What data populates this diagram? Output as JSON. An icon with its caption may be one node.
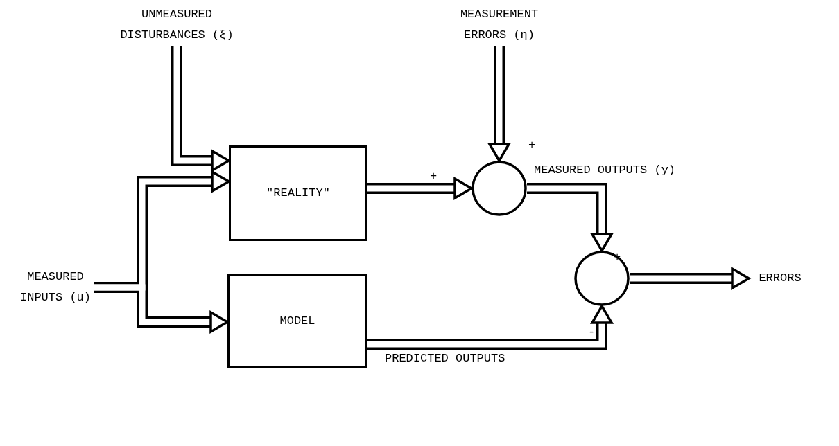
{
  "diagram": {
    "nodes": [
      {
        "text": [
          "\"REALITY\""
        ]
      },
      {
        "text": [
          "MODEL"
        ]
      },
      {
        "text": [],
        "shape": "circle"
      },
      {
        "text": [],
        "shape": "circle"
      },
      {
        "text": [
          "UNMEASURED DISTURBANCES (ξ)"
        ]
      },
      {
        "text": [
          "MEASUREMENT ERRORS (η)"
        ]
      },
      {
        "text": [
          "MEASURED INPUTS (u)"
        ]
      },
      {
        "text": [
          "ERRORS"
        ]
      }
    ],
    "edges": [
      {
        "from": 4,
        "to": 0,
        "arrow": "to"
      },
      {
        "from": 6,
        "to": 0,
        "arrow": "to"
      },
      {
        "from": 6,
        "to": 1,
        "arrow": "to"
      },
      {
        "from": 0,
        "to": 2,
        "arrow": "to"
      },
      {
        "from": 5,
        "to": 2,
        "arrow": "to"
      },
      {
        "from": 2,
        "to": 3,
        "arrow": "to",
        "label": "MEASURED OUTPUTS (y)"
      },
      {
        "from": 1,
        "to": 3,
        "arrow": "to",
        "label": "PREDICTED OUTPUTS"
      },
      {
        "from": 3,
        "to": 7,
        "arrow": "to"
      }
    ],
    "labels": [
      "+",
      "+",
      "+",
      "-"
    ]
  }
}
